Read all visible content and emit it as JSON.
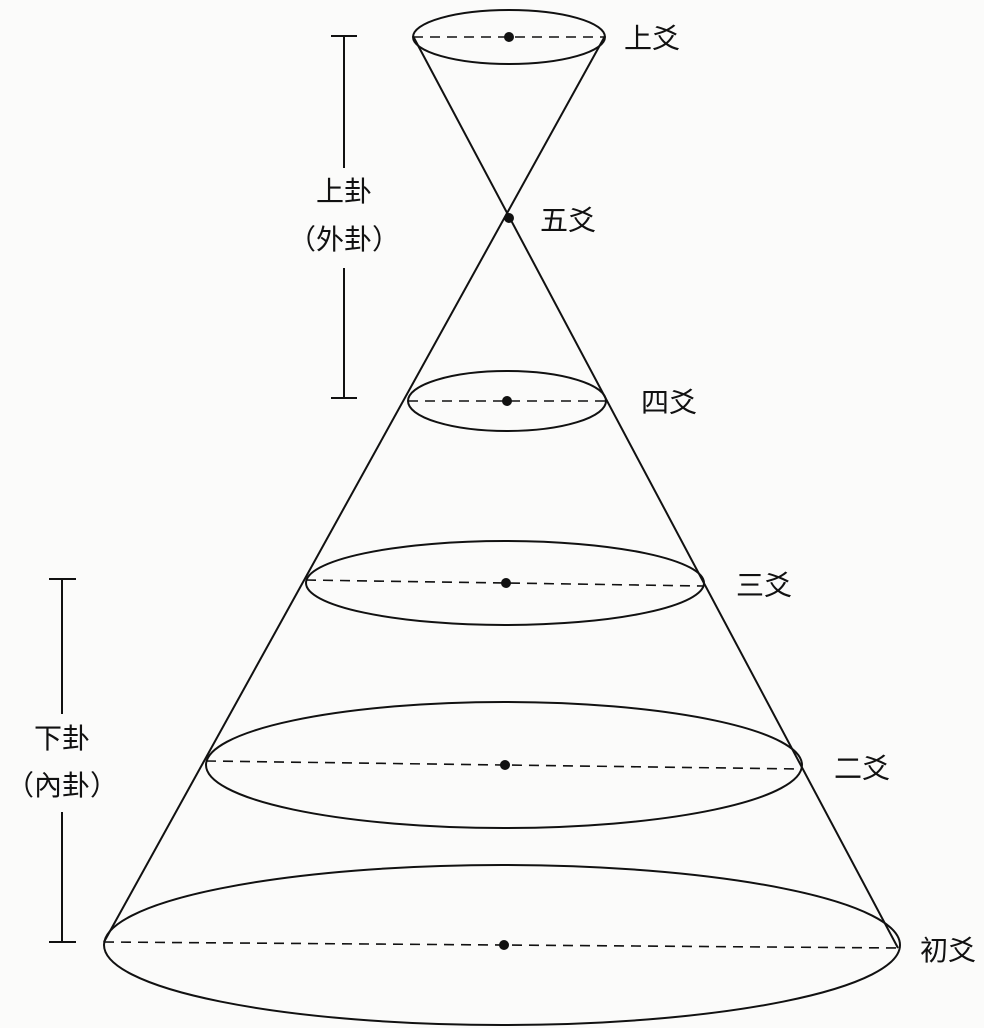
{
  "figure": {
    "levels": [
      {
        "id": "top",
        "label": "上爻"
      },
      {
        "id": "fifth",
        "label": "五爻"
      },
      {
        "id": "fourth",
        "label": "四爻"
      },
      {
        "id": "third",
        "label": "三爻"
      },
      {
        "id": "second",
        "label": "二爻"
      },
      {
        "id": "first",
        "label": "初爻"
      }
    ],
    "groups": {
      "upper": {
        "line1": "上卦",
        "line2": "（外卦）"
      },
      "lower": {
        "line1": "下卦",
        "line2": "（內卦）"
      }
    }
  }
}
